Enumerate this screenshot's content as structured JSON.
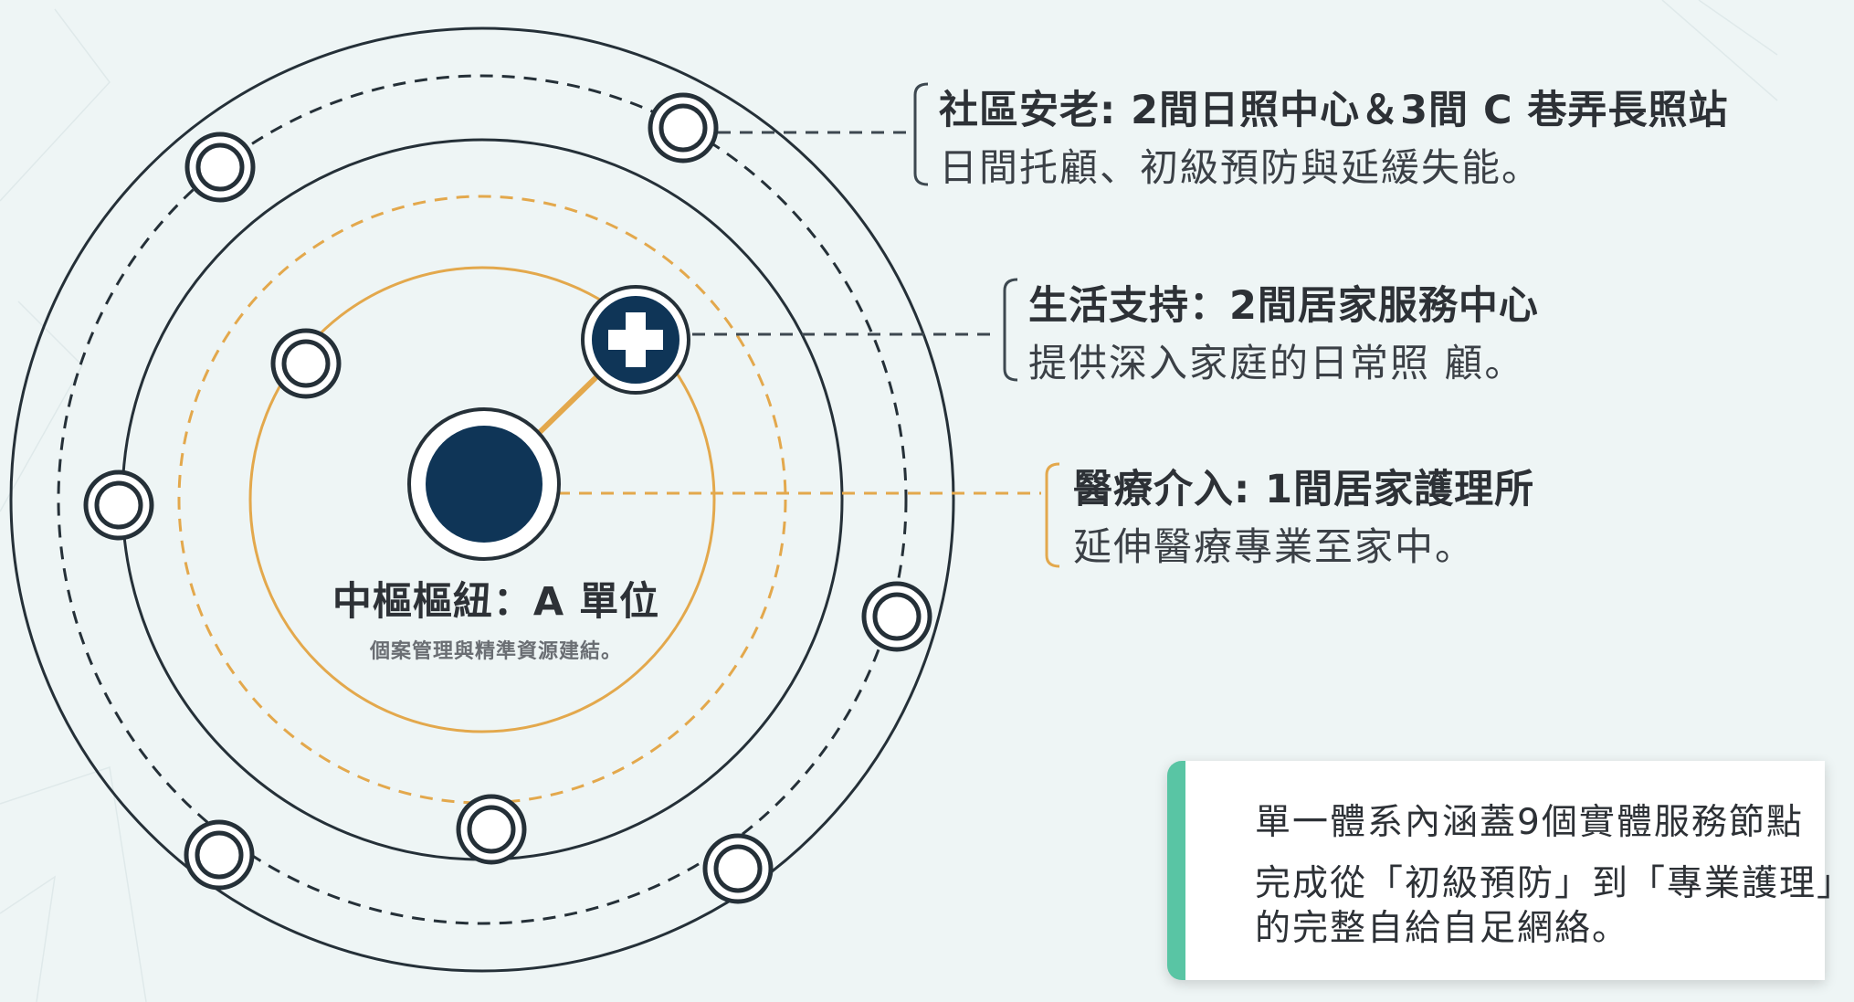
{
  "hub": {
    "title": "中樞樞紐：A 單位",
    "description": "個案管理與精準資源建結。"
  },
  "labels": {
    "community": {
      "head": "社區安老: 2間日照中心＆3間 C 巷弄長照站",
      "desc": "日間托顧、初級預防與延緩失能。"
    },
    "life_support": {
      "head": "生活支持：2間居家服務中心",
      "desc": "提供深入家庭的日常照 顧。"
    },
    "medical": {
      "head": "醫療介入: 1間居家護理所",
      "desc": "延伸醫療專業至家中。"
    }
  },
  "summary": {
    "line1": "單一體系內涵蓋9個實體服務節點",
    "line2": "完成從「初級預防」到「專業護理」",
    "line3": "的完整自給自足網絡。"
  },
  "colors": {
    "navy": "#0f3557",
    "ring": "#253038",
    "gold": "#e3a84c",
    "accent_green": "#59c5a4",
    "background": "#eef5f5"
  },
  "icons": {
    "medical_node": "plus-icon"
  }
}
